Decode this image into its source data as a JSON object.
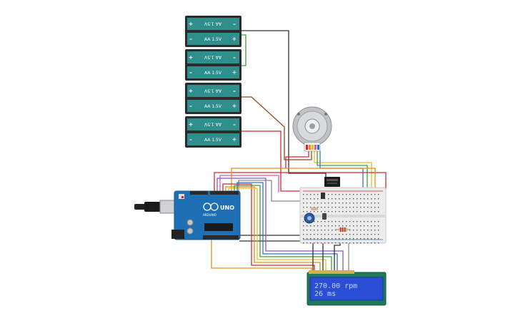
{
  "batteries": [
    {
      "top_label": "AA 1.5V",
      "bottom_label": "AA 1.5V",
      "plus": "+",
      "minus": "–"
    },
    {
      "top_label": "AA 1.5V",
      "bottom_label": "AA 1.5V",
      "plus": "+",
      "minus": "–"
    },
    {
      "top_label": "AA 1.5V",
      "bottom_label": "AA 1.5V",
      "plus": "+",
      "minus": "–"
    },
    {
      "top_label": "AA 1.5V",
      "bottom_label": "AA 1.5V",
      "plus": "+",
      "minus": "–"
    }
  ],
  "arduino": {
    "brand": "ARDUINO",
    "model": "UNO"
  },
  "lcd": {
    "line1": "270.00 rpm",
    "line2": "26 ms"
  },
  "colors": {
    "battery_body": "#2f8f8c",
    "battery_case": "#2b2b2b",
    "arduino_blue": "#1f6fb5",
    "lcd_screen": "#2a4fd6",
    "lcd_text": "#c9d6ff",
    "lcd_frame": "#1f7a5a",
    "wire_red": "#d7262b",
    "wire_black": "#303030",
    "wire_brown": "#8a4b24",
    "wire_green": "#3b9e3b",
    "wire_yellow": "#e3c21b",
    "wire_orange": "#ec8a1c",
    "wire_blue": "#2f6fd0",
    "wire_pink": "#d65da8",
    "wire_gray": "#8a8a8a"
  }
}
